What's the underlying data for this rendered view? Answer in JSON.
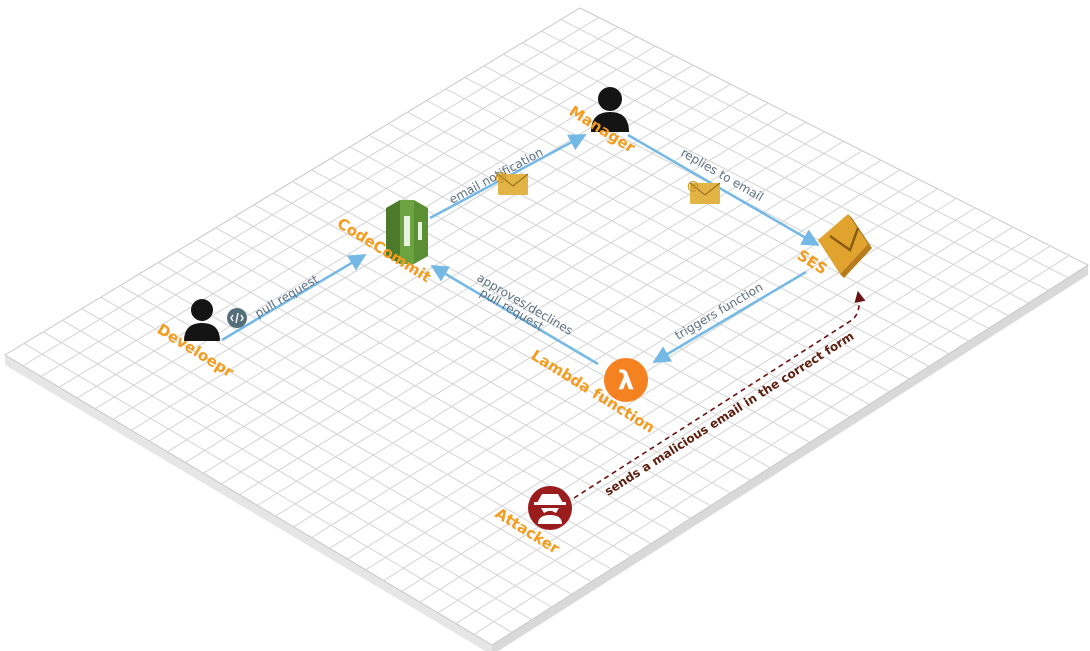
{
  "colors": {
    "grid_fill": "#ffffff",
    "grid_line": "#d4d4d4",
    "grid_edge": "#c8c8c8",
    "node_label": "#f39c1f",
    "edge_label": "#5c6f80",
    "flow_arrow": "#74b9e6",
    "attack_arrow": "#6b1111",
    "person": "#141414",
    "codecommit": "#6aa33f",
    "codecommit_dark": "#4a7a2a",
    "ses": "#e0a32e",
    "ses_dark": "#a56d16",
    "lambda": "#f58220",
    "attacker": "#9b1c1c",
    "envelope": "#e2b446",
    "git_badge": "#546e7a"
  },
  "nodes": {
    "developer": {
      "label": "Develoepr",
      "icon": "person-icon"
    },
    "codecommit": {
      "label": "CodeCommit",
      "icon": "codecommit-icon"
    },
    "manager": {
      "label": "Manager",
      "icon": "person-icon"
    },
    "ses": {
      "label": "SES",
      "icon": "ses-icon"
    },
    "lambda": {
      "label": "Lambda function",
      "icon": "lambda-icon"
    },
    "attacker": {
      "label": "Attacker",
      "icon": "spy-icon"
    }
  },
  "edges": {
    "pull_request": "pull request",
    "email_notification": "email notification",
    "replies_to_email": "replies to email",
    "triggers_function": "triggers function",
    "approves_line1": "approves/declines",
    "approves_line2": "pull request",
    "malicious": "sends a malicious email in the correct form"
  }
}
